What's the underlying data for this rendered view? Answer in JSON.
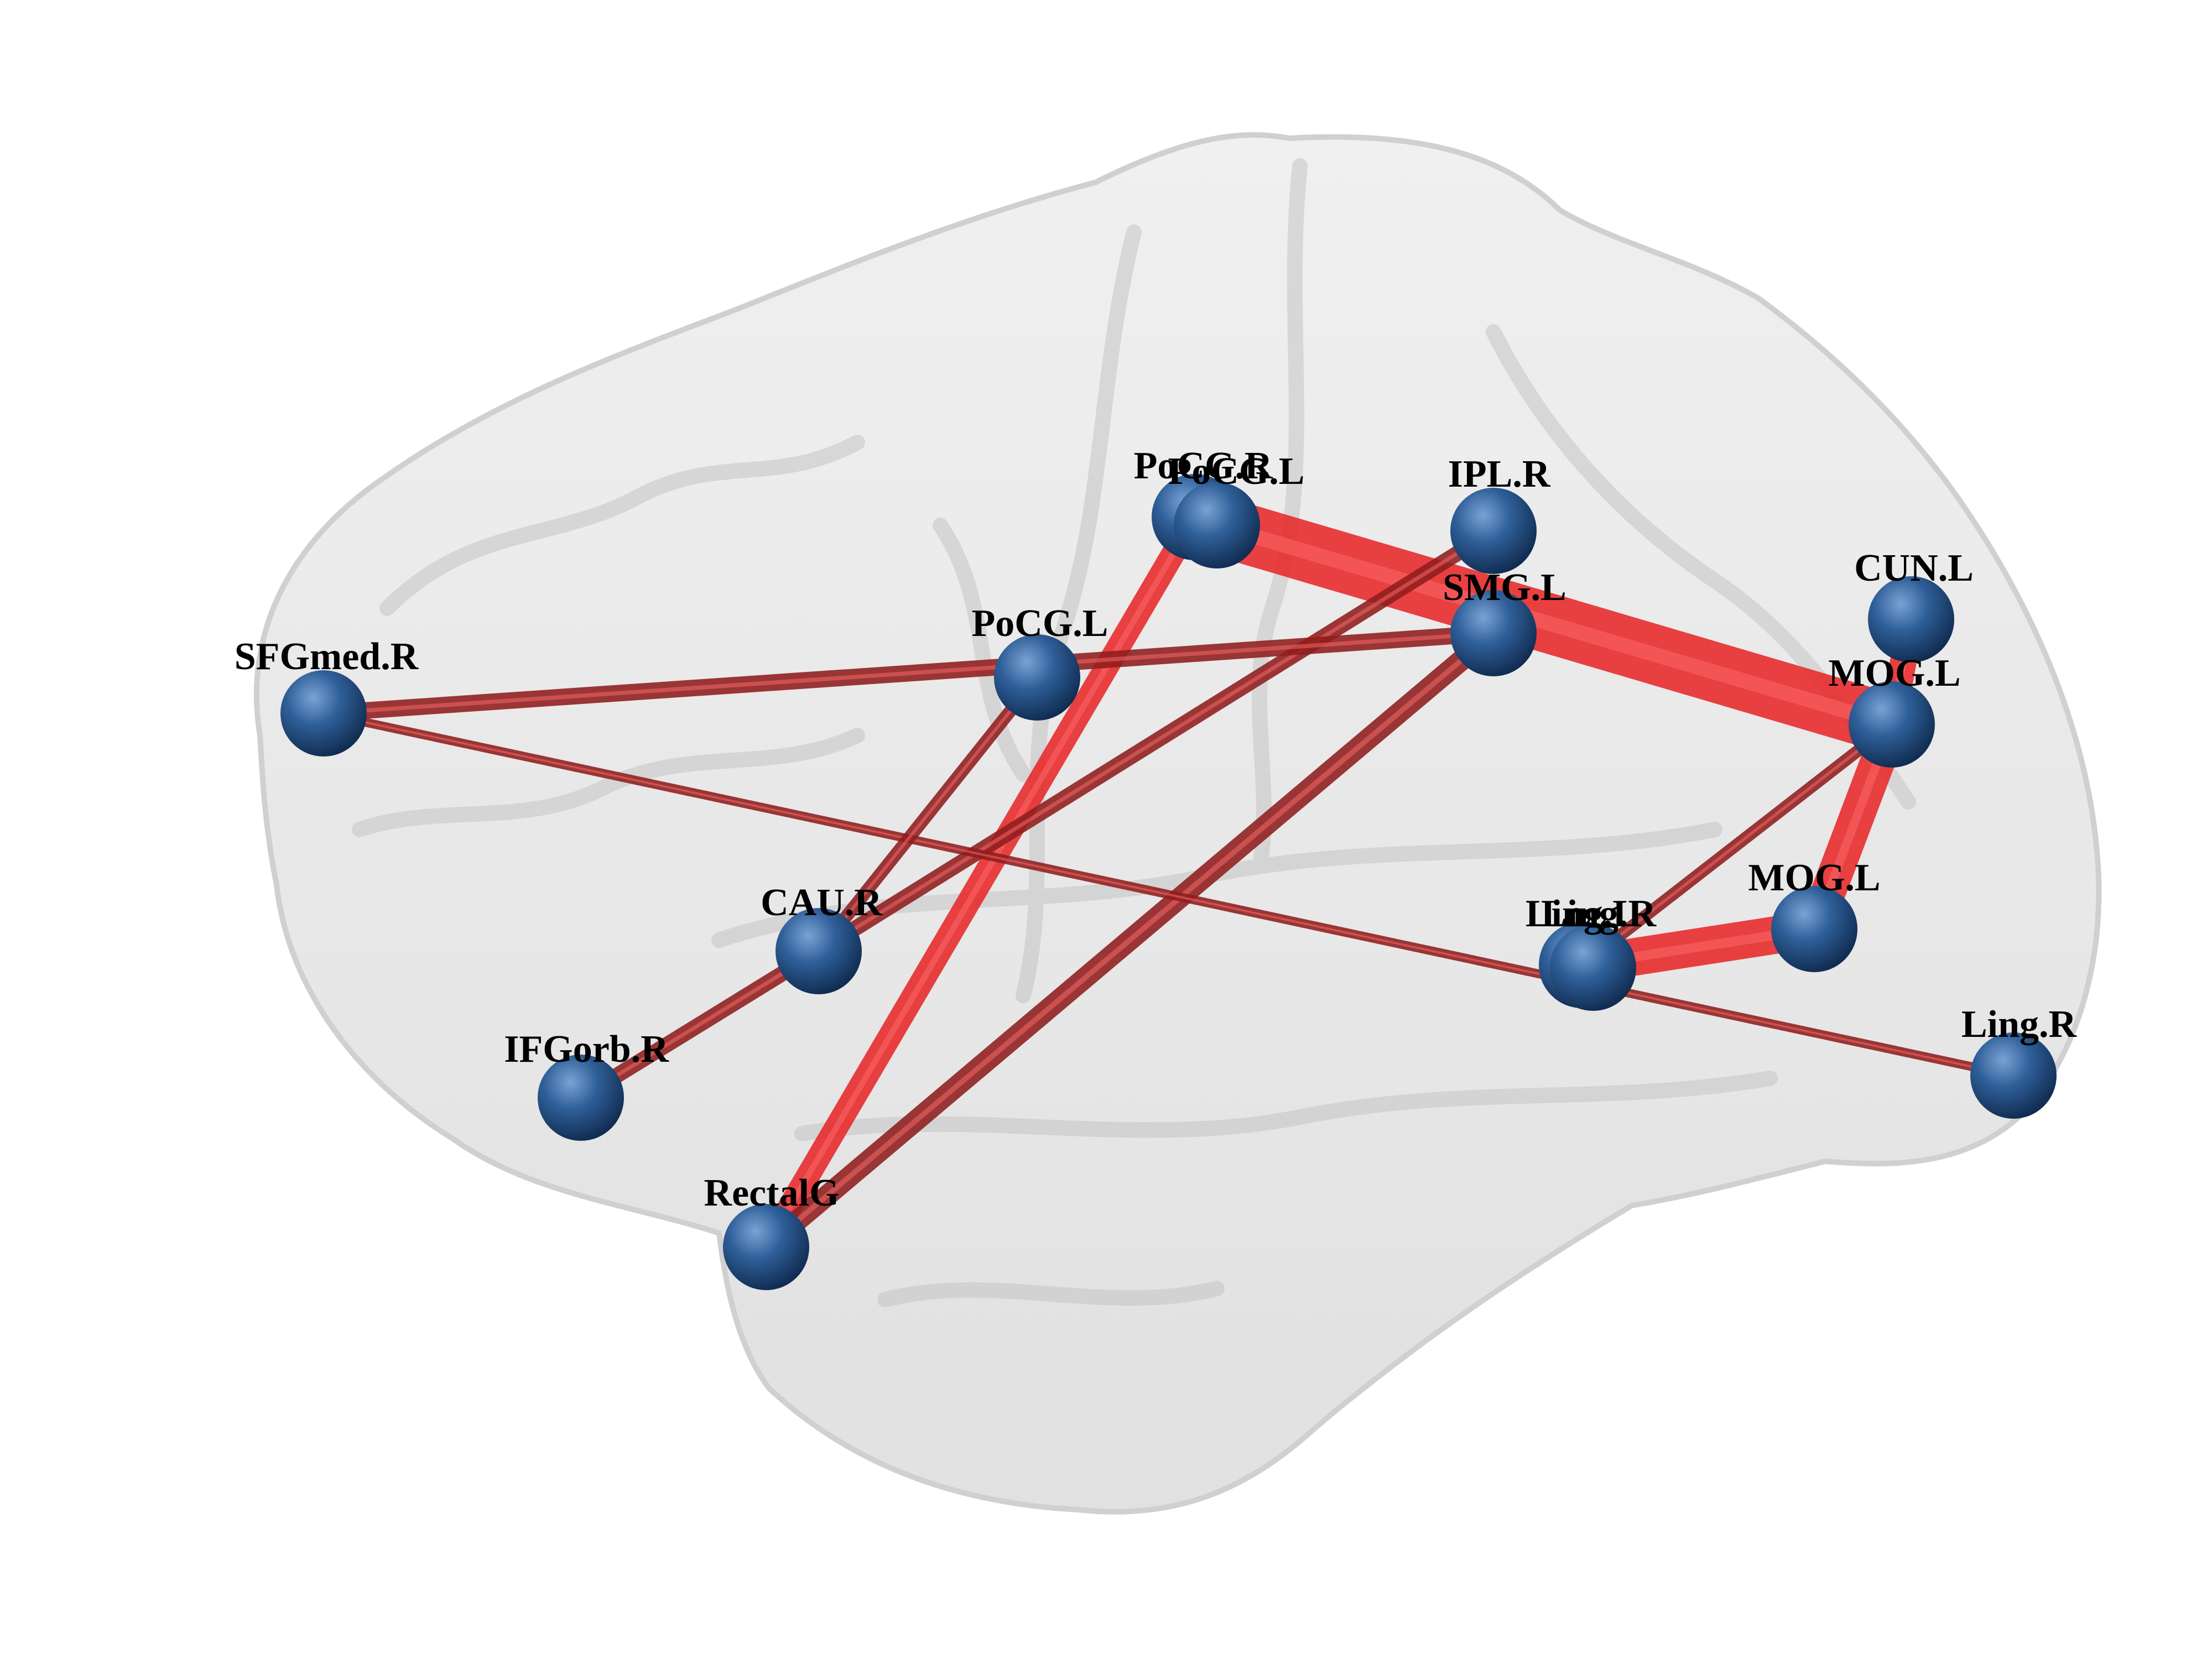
{
  "colors": {
    "background": "#ffffff",
    "brain_fill": "#d9d9d9",
    "brain_stroke": "#bdbdbd",
    "node_light": "#6f97c9",
    "node_mid": "#2f5f99",
    "node_dark": "#13345c",
    "edge_bright": "#e8282a",
    "edge_dark": "#8f1d1d"
  },
  "nodes": [
    {
      "id": "PoCG.R",
      "label": "PoCG.R",
      "icon": "sphere-node"
    },
    {
      "id": "PoCG.L.top",
      "label": "PoCG.L",
      "icon": "sphere-node"
    },
    {
      "id": "IPL.R",
      "label": "IPL.R",
      "icon": "sphere-node"
    },
    {
      "id": "SMG.L",
      "label": "SMG.L",
      "icon": "sphere-node"
    },
    {
      "id": "CUN.L",
      "label": "CUN.L",
      "icon": "sphere-node"
    },
    {
      "id": "MOG.L.upper",
      "label": "MOG.L",
      "icon": "sphere-node"
    },
    {
      "id": "SFGmed.R",
      "label": "SFGmed.R",
      "icon": "sphere-node"
    },
    {
      "id": "PoCG.L.mid",
      "label": "PoCG.L",
      "icon": "sphere-node"
    },
    {
      "id": "CAU.R",
      "label": "CAU.R",
      "icon": "sphere-node"
    },
    {
      "id": "MOG.L.lower",
      "label": "MOG.L",
      "icon": "sphere-node"
    },
    {
      "id": "Ling.L",
      "label": "Ling.L",
      "icon": "sphere-node"
    },
    {
      "id": "Ling.R.center",
      "label": "Ling.R",
      "icon": "sphere-node"
    },
    {
      "id": "IFGorb.R",
      "label": "IFGorb.R",
      "icon": "sphere-node"
    },
    {
      "id": "Ling.R.right",
      "label": "Ling.R",
      "icon": "sphere-node"
    },
    {
      "id": "RectalG",
      "label": "RectalG",
      "icon": "sphere-node"
    }
  ],
  "edges": [
    {
      "from": "PoCG.L.top",
      "to": "MOG.L.upper",
      "strength": 1.0
    },
    {
      "from": "MOG.L.upper",
      "to": "MOG.L.lower",
      "strength": 0.55
    },
    {
      "from": "MOG.L.lower",
      "to": "Ling.L",
      "strength": 0.6
    },
    {
      "from": "CUN.L",
      "to": "MOG.L.upper",
      "strength": 0.4
    },
    {
      "from": "PoCG.R",
      "to": "RectalG",
      "strength": 0.35
    },
    {
      "from": "SMG.L",
      "to": "RectalG",
      "strength": 0.3
    },
    {
      "from": "IPL.R",
      "to": "CAU.R",
      "strength": 0.2
    },
    {
      "from": "SFGmed.R",
      "to": "SMG.L",
      "strength": 0.22
    },
    {
      "from": "SFGmed.R",
      "to": "Ling.R.right",
      "strength": 0.08
    },
    {
      "from": "PoCG.L.mid",
      "to": "CAU.R",
      "strength": 0.15
    },
    {
      "from": "CAU.R",
      "to": "IFGorb.R",
      "strength": 0.2
    },
    {
      "from": "MOG.L.upper",
      "to": "Ling.L",
      "strength": 0.14
    }
  ]
}
